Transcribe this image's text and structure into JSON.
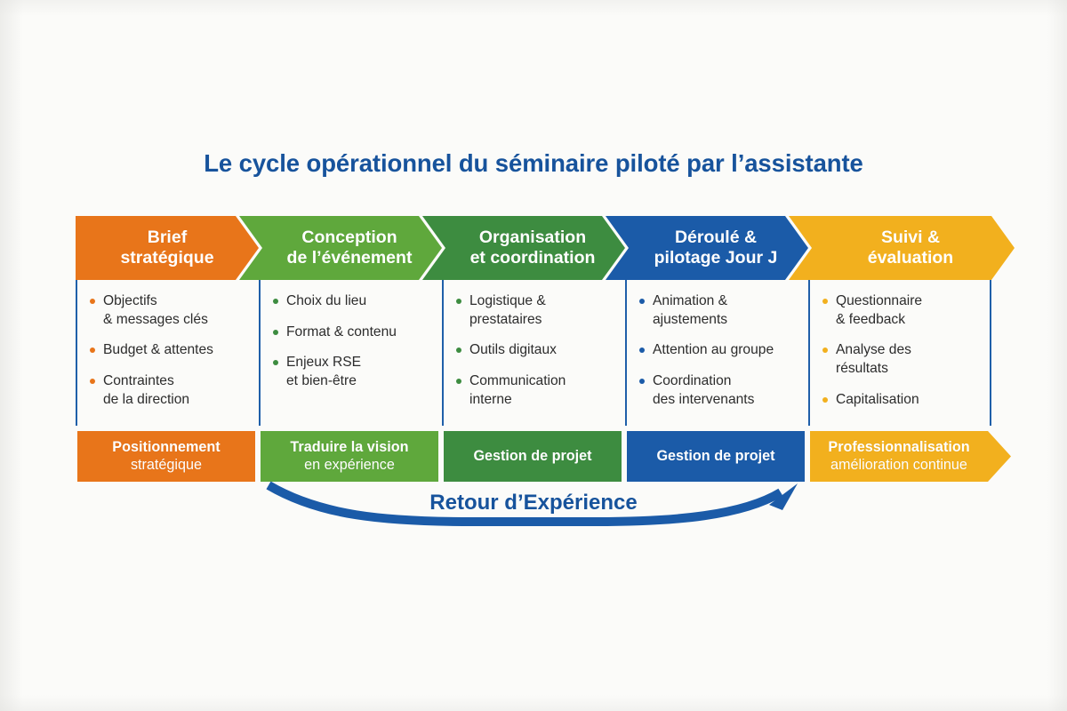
{
  "title": "Le cycle opérationnel du séminaire piloté par l’assistante",
  "colors": {
    "orange": "#E8751A",
    "green_light": "#5FA83C",
    "green_dark": "#3D8C40",
    "blue": "#1B5BA8",
    "yellow": "#F2B01E",
    "title_blue": "#17539C",
    "divider_blue": "#1F5FA9",
    "body_text": "#2C2C2C",
    "background": "#FBFBF9"
  },
  "stages": [
    {
      "header": "Brief stratégique",
      "header_line1": "Brief",
      "header_line2": "stratégique",
      "color": "#E8751A",
      "bullet_color": "#E8751A",
      "bullets": [
        {
          "line1": "Objectifs",
          "line2": "& messages clés"
        },
        {
          "line1": "Budget & attentes",
          "line2": ""
        },
        {
          "line1": "Contraintes",
          "line2": "de la direction"
        }
      ],
      "footer_line1": "Positionnement",
      "footer_line2": "stratégique"
    },
    {
      "header": "Conception de l’événement",
      "header_line1": "Conception",
      "header_line2": "de l’événement",
      "color": "#5FA83C",
      "bullet_color": "#3D8C40",
      "bullets": [
        {
          "line1": "Choix du lieu",
          "line2": ""
        },
        {
          "line1": "Format & contenu",
          "line2": ""
        },
        {
          "line1": "Enjeux RSE",
          "line2": "et bien-être"
        }
      ],
      "footer_line1": "Traduire la vision",
      "footer_line2": "en expérience"
    },
    {
      "header": "Organisation et coordination",
      "header_line1": "Organisation",
      "header_line2": "et coordination",
      "color": "#3D8C40",
      "bullet_color": "#3D8C40",
      "bullets": [
        {
          "line1": "Logistique &",
          "line2": "prestataires"
        },
        {
          "line1": "Outils digitaux",
          "line2": ""
        },
        {
          "line1": "Communication",
          "line2": "interne"
        }
      ],
      "footer_line1": "Gestion de projet",
      "footer_line2": ""
    },
    {
      "header": "Déroulé & pilotage Jour J",
      "header_line1": "Déroulé &",
      "header_line2": "pilotage Jour J",
      "color": "#1B5BA8",
      "bullet_color": "#1B5BA8",
      "bullets": [
        {
          "line1": "Animation &",
          "line2": "ajustements"
        },
        {
          "line1": "Attention au groupe",
          "line2": ""
        },
        {
          "line1": "Coordination",
          "line2": "des intervenants"
        }
      ],
      "footer_line1": "Gestion de projet",
      "footer_line2": ""
    },
    {
      "header": "Suivi & évaluation",
      "header_line1": "Suivi &",
      "header_line2": "évaluation",
      "color": "#F2B01E",
      "bullet_color": "#F2B01E",
      "bullets": [
        {
          "line1": "Questionnaire",
          "line2": "& feedback"
        },
        {
          "line1": "Analyse des",
          "line2": "résultats"
        },
        {
          "line1": "Capitalisation",
          "line2": ""
        }
      ],
      "footer_line1": "Professionnalisation",
      "footer_line2": "amélioration continue"
    }
  ],
  "feedback_loop": {
    "label": "Retour d’Expérience",
    "color": "#1B5BA8",
    "direction": "left-to-right"
  }
}
